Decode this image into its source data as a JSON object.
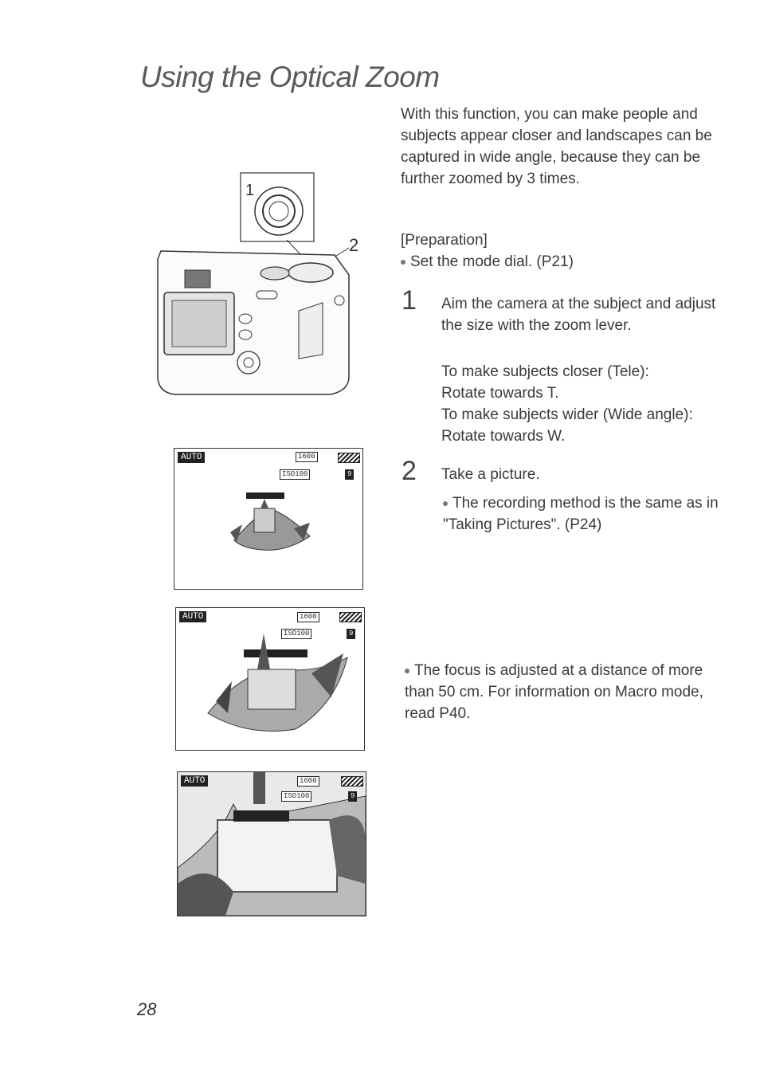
{
  "page": {
    "title": "Using the Optical Zoom",
    "intro": "With this function, you can make people and subjects appear closer and landscapes can be captured in wide angle, because they can be further zoomed by 3 times.",
    "preparation_label": "[Preparation]",
    "preparation_item": "Set the mode dial. (P21)",
    "steps": [
      {
        "number": "1",
        "text": "Aim the camera at the subject and adjust the size with the zoom lever.",
        "details": [
          "To make subjects closer (Tele):",
          "Rotate towards T.",
          "To make subjects wider (Wide angle):",
          "Rotate towards W."
        ]
      },
      {
        "number": "2",
        "text": "Take a picture.",
        "note": "The recording method is the same as in \"Taking Pictures\". (P24)"
      }
    ],
    "focus_note": "The focus is adjusted at a distance of more than 50 cm. For information on Macro mode, read P40.",
    "page_number": "28"
  },
  "figure": {
    "callouts": [
      "1",
      "2"
    ],
    "screens": [
      {
        "mode": "AUTO",
        "iso": "ISO100",
        "size": "1600",
        "count": "9"
      },
      {
        "mode": "AUTO",
        "iso": "ISO100",
        "size": "1600",
        "count": "9"
      },
      {
        "mode": "AUTO",
        "iso": "ISO100",
        "size": "1600",
        "count": "9"
      }
    ]
  }
}
